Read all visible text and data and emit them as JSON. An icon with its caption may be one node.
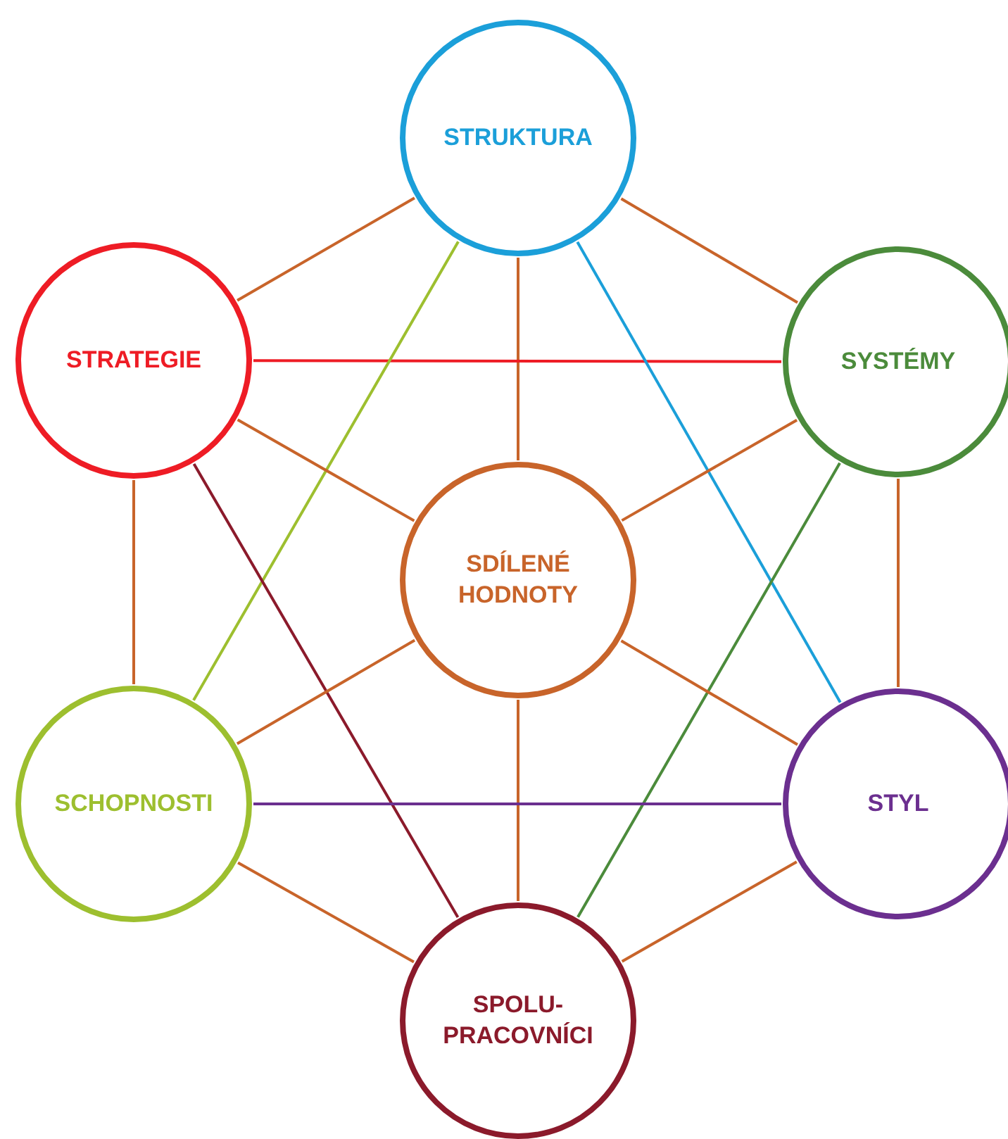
{
  "diagram": {
    "nodes": [
      {
        "text": [
          "STRUKTURA"
        ]
      },
      {
        "text": [
          "STRATEGIE"
        ]
      },
      {
        "text": [
          "SYSTÉMY"
        ]
      },
      {
        "text": [
          "SDÍLENÉ HODNOTY"
        ]
      },
      {
        "text": [
          "SCHOPNOSTI"
        ]
      },
      {
        "text": [
          "STYL"
        ]
      },
      {
        "text": [
          "SPOLU- PRACOVNÍCI"
        ]
      }
    ],
    "edges": [
      {
        "from": 0,
        "to": 1,
        "arrow": "none"
      },
      {
        "from": 0,
        "to": 2,
        "arrow": "none"
      },
      {
        "from": 0,
        "to": 3,
        "arrow": "none"
      },
      {
        "from": 1,
        "to": 2,
        "arrow": "none",
        "color": "#ee1c25"
      },
      {
        "from": 0,
        "to": 4,
        "arrow": "none",
        "color": "#9dbf2f"
      },
      {
        "from": 0,
        "to": 5,
        "arrow": "none",
        "color": "#1b9fd9"
      },
      {
        "from": 1,
        "to": 3,
        "arrow": "none"
      },
      {
        "from": 2,
        "to": 3,
        "arrow": "none"
      },
      {
        "from": 1,
        "to": 4,
        "arrow": "none"
      },
      {
        "from": 2,
        "to": 5,
        "arrow": "none"
      },
      {
        "from": 1,
        "to": 6,
        "arrow": "none",
        "color": "#8b1a2b"
      },
      {
        "from": 2,
        "to": 6,
        "arrow": "none",
        "color": "#4b8b3b"
      },
      {
        "from": 3,
        "to": 4,
        "arrow": "none"
      },
      {
        "from": 3,
        "to": 5,
        "arrow": "none"
      },
      {
        "from": 3,
        "to": 6,
        "arrow": "none"
      },
      {
        "from": 4,
        "to": 5,
        "arrow": "none",
        "color": "#6b2f8f"
      },
      {
        "from": 4,
        "to": 6,
        "arrow": "none"
      },
      {
        "from": 5,
        "to": 6,
        "arrow": "none"
      }
    ]
  }
}
